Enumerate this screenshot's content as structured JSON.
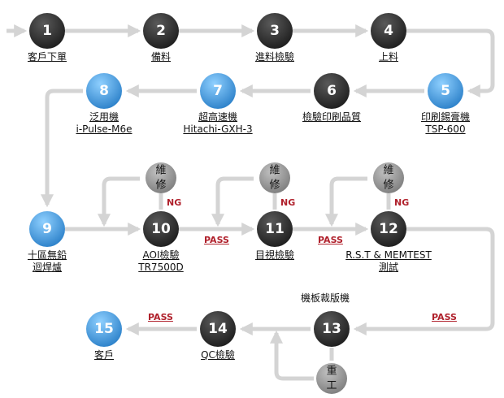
{
  "steps": [
    {
      "num": "1",
      "line1": "客戶下單",
      "line2": ""
    },
    {
      "num": "2",
      "line1": "備料",
      "line2": ""
    },
    {
      "num": "3",
      "line1": "進料檢驗",
      "line2": ""
    },
    {
      "num": "4",
      "line1": "上料",
      "line2": ""
    },
    {
      "num": "5",
      "line1": "印刷錫膏機",
      "line2": "TSP-600"
    },
    {
      "num": "6",
      "line1": "檢驗印刷品質",
      "line2": ""
    },
    {
      "num": "7",
      "line1": "超高速機",
      "line2": "Hitachi-GXH-3"
    },
    {
      "num": "8",
      "line1": "泛用機",
      "line2": "i-Pulse-M6e"
    },
    {
      "num": "9",
      "line1": "十區無鉛",
      "line2": "迴焊爐"
    },
    {
      "num": "10",
      "line1": "AOI檢驗",
      "line2": "TR7500D"
    },
    {
      "num": "11",
      "line1": "目視檢驗",
      "line2": ""
    },
    {
      "num": "12",
      "line1": "R.S.T & MEMTEST",
      "line2": "測試"
    },
    {
      "num": "13",
      "line1": "",
      "line2": ""
    },
    {
      "num": "14",
      "line1": "QC檢驗",
      "line2": ""
    },
    {
      "num": "15",
      "line1": "客戶",
      "line2": ""
    }
  ],
  "repair": {
    "char1": "維",
    "char2": "修"
  },
  "rework": {
    "char1": "重",
    "char2": "工"
  },
  "ng_label": "NG",
  "pass_label": "PASS",
  "board_cut_label": "機板裁版機",
  "colors": {
    "dark_node": "#2a2a2a",
    "blue_node": "#3f95d9",
    "gray_node": "#8e8e8e",
    "arrow": "#d4d4d4",
    "accent": "#b0212c"
  }
}
